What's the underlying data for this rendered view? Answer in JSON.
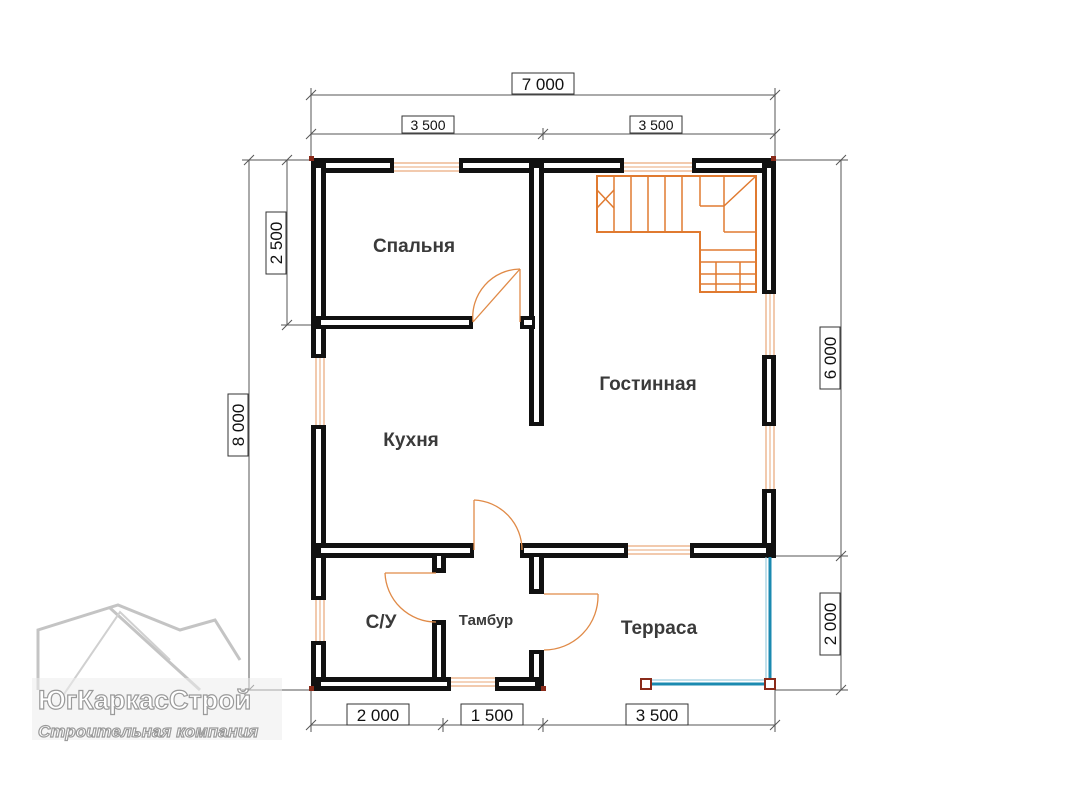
{
  "rooms": {
    "bedroom": "Спальня",
    "living": "Гостинная",
    "kitchen": "Кухня",
    "bathroom": "С/У",
    "vestibule": "Тамбур",
    "terrace": "Терраса"
  },
  "dimensions": {
    "top_total": "7 000",
    "top_left": "3 500",
    "top_right": "3 500",
    "bottom_1": "2 000",
    "bottom_2": "1 500",
    "bottom_3": "3 500",
    "left_total": "8 000",
    "left_upper": "2 500",
    "right_upper": "6 000",
    "right_lower": "2 000"
  },
  "logo": {
    "name": "ЮгКаркасСтрой",
    "subtitle": "Строительная компания"
  },
  "colors": {
    "wall": "#111111",
    "window": "#e9a777",
    "stair": "#e07a30",
    "railing": "#1b8ab0"
  }
}
